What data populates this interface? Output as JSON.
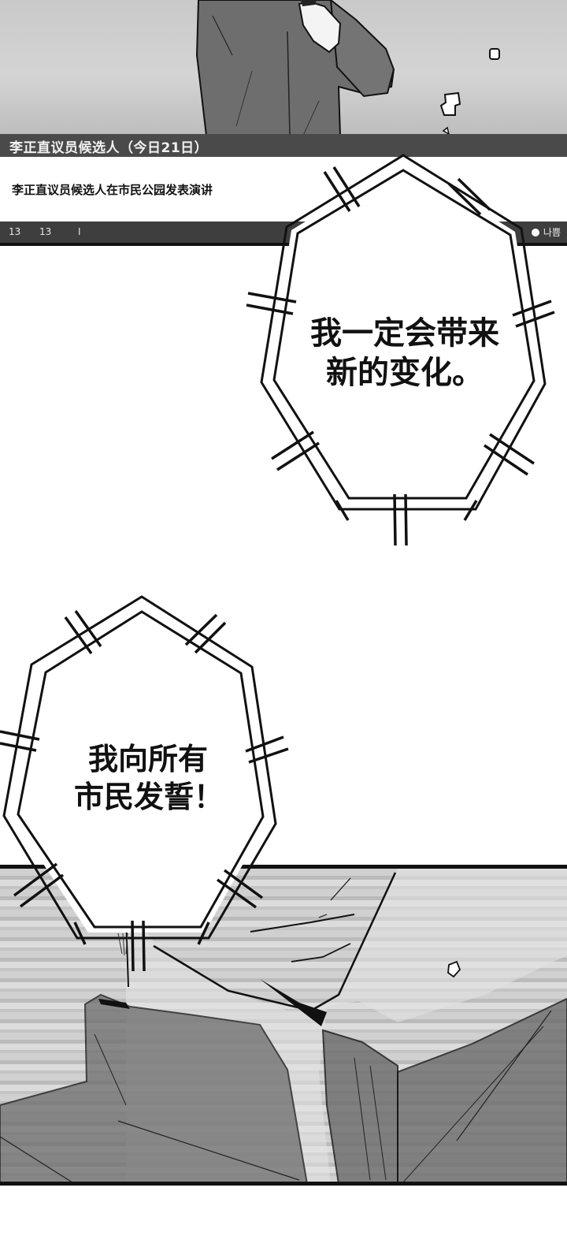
{
  "top_panel": {
    "scene": "figure in dark coat holding fist to chest, gray background"
  },
  "news_broadcast": {
    "headline": "李正直议员候选人（今日21日）",
    "caption": "李正直议员候选人在市民公园发表演讲",
    "status_bar": {
      "items": [
        "13",
        "13",
        "I"
      ],
      "air_quality_icon": "dot-icon",
      "air_quality_label": "나쁨"
    },
    "colors": {
      "headline_bar": "#4a4a4a",
      "status_bar": "#3e3e3e",
      "text_light": "#f2f2f2"
    }
  },
  "speech_bubbles": [
    {
      "lines": [
        "我一定会带来",
        "新的变化。"
      ],
      "shape": "heptagon-double-line"
    },
    {
      "lines": [
        "我向所有",
        "市民发誓！"
      ],
      "shape": "heptagon-double-line"
    }
  ],
  "bottom_panel": {
    "scene": "close-up of man's chin and coat collar, horizontal scanline stripes"
  }
}
